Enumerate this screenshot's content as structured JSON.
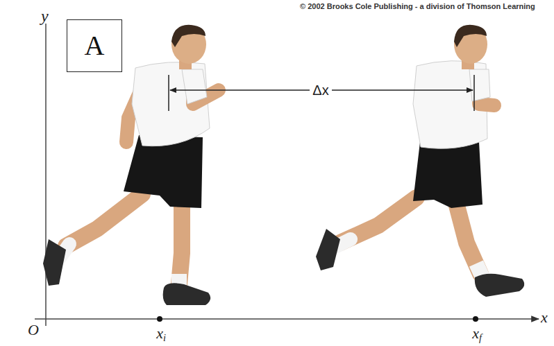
{
  "diagram": {
    "nodes": [
      {
        "text": [
          "A"
        ]
      }
    ],
    "labels": [
      "© 2002 Brooks Cole Publishing - a division of Thomson Learning",
      "y",
      "Δx",
      "O",
      "xi",
      "xf",
      "x"
    ]
  }
}
